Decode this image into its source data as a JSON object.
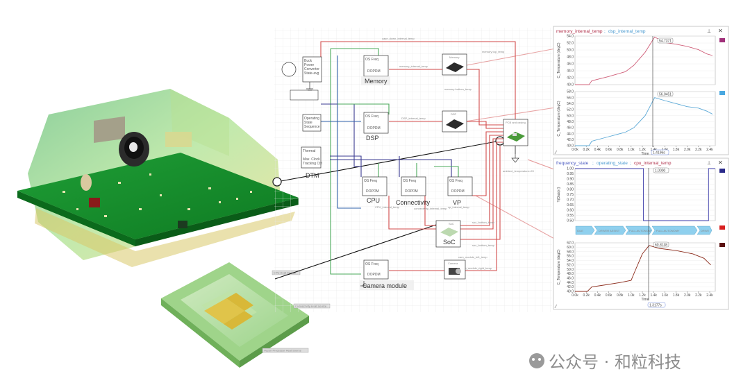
{
  "diagram": {
    "blocks": {
      "memory": "Memory",
      "dsp": "DSP",
      "cpu": "CPU",
      "connectivity": "Connectivity",
      "vp": "VP",
      "soc": "SoC",
      "camera": "Camera module",
      "dtm": "DTM"
    },
    "small_blocks": {
      "buck": [
        "Buck",
        "Power",
        "Converter",
        "State-avg"
      ],
      "opstate": [
        "Operating",
        "State",
        "Sequence"
      ],
      "thermal": [
        "Thermal",
        "Max. Clock",
        "Tracking Ctrl"
      ],
      "pcb": "PCB and casing",
      "dsp_chip": "DSP",
      "memory_chip": "Memory",
      "camera_chip": "Camera",
      "soc_chip": "SoC",
      "os_freq": "OS    Freq",
      "dopdm": "DOPDM"
    },
    "heat_sources": {
      "cpu": "CPU Heat Source",
      "connectivity": "Connectivity Heat Source",
      "vp": "Vector Processor Heat Source"
    }
  },
  "panels": {
    "top": {
      "title_part1": "memory_internal_temp",
      "title_part2": "dsp_internal_temp",
      "cursor_label": "1.4196s",
      "marker1": "54.7371",
      "marker2": "56.0451"
    },
    "bottom": {
      "title_part1": "frequency_state",
      "title_part2": "operating_state",
      "title_part3": "cpu_internal_temp",
      "cursor_label": "1.3177s",
      "marker1": "1.0000",
      "marker2": "60.8138",
      "states": [
        "IDLE",
        "DRIVER ASSIST",
        "FULL AUTONOM",
        "FULL AUTONOMY",
        "DRIVE"
      ]
    }
  },
  "chart_data": [
    {
      "type": "line",
      "title": "",
      "xlabel": "Time",
      "ylabel": "C_Temperature (degC)",
      "xlim": [
        0,
        2.5
      ],
      "ylim": [
        40,
        55
      ],
      "x_ticks": [
        "0.0k",
        "0.2k",
        "0.4k",
        "0.6k",
        "0.8k",
        "1.0k",
        "1.2k",
        "1.4k",
        "1.6k",
        "1.8k",
        "2.0k",
        "2.2k",
        "2.4k"
      ],
      "y_ticks": [
        "40.0",
        "42.0",
        "44.0",
        "46.0",
        "48.0",
        "50.0",
        "52.0",
        "54.0"
      ],
      "series": [
        {
          "color": "#d0607a",
          "x": [
            0,
            0.25,
            0.3,
            0.6,
            0.9,
            1.05,
            1.25,
            1.42,
            1.6,
            1.8,
            2.0,
            2.2,
            2.35,
            2.45
          ],
          "y": [
            40,
            40,
            41.2,
            42.5,
            44,
            46,
            50,
            54.7,
            53,
            52.5,
            51.8,
            50.8,
            49.5,
            49
          ]
        }
      ]
    },
    {
      "type": "line",
      "title": "",
      "xlabel": "Time",
      "ylabel": "C_Temperature (degC)",
      "xlim": [
        0,
        2.5
      ],
      "ylim": [
        40,
        58
      ],
      "x_ticks": [
        "0.0k",
        "0.2k",
        "0.4k",
        "0.6k",
        "0.8k",
        "1.0k",
        "1.2k",
        "1.4k",
        "1.6k",
        "1.8k",
        "2.0k",
        "2.2k",
        "2.4k"
      ],
      "y_ticks": [
        "40.0",
        "42.0",
        "44.0",
        "46.0",
        "48.0",
        "50.0",
        "52.0",
        "54.0",
        "56.0",
        "58.0"
      ],
      "series": [
        {
          "color": "#5aa8d6",
          "x": [
            0,
            0.25,
            0.3,
            0.6,
            0.9,
            1.05,
            1.25,
            1.42,
            1.6,
            1.8,
            2.0,
            2.2,
            2.35,
            2.45
          ],
          "y": [
            40,
            40,
            41.5,
            43,
            44.5,
            46,
            50,
            56,
            55,
            54,
            53,
            52.5,
            51.5,
            50.5
          ]
        }
      ]
    },
    {
      "type": "line",
      "title": "",
      "xlabel": "",
      "ylabel": "Y(Data) ()",
      "xlim": [
        0,
        2.5
      ],
      "ylim": [
        0.5,
        1.0
      ],
      "y_ticks": [
        "0.50",
        "0.55",
        "0.60",
        "0.65",
        "0.70",
        "0.75",
        "0.80",
        "0.85",
        "0.90",
        "0.95",
        "1.00"
      ],
      "series": [
        {
          "color": "#3a3aa8",
          "x": [
            0,
            1.22,
            1.22,
            2.38,
            2.38,
            2.5
          ],
          "y": [
            1.0,
            1.0,
            0.5,
            0.5,
            1.0,
            1.0
          ]
        }
      ]
    },
    {
      "type": "line",
      "title": "",
      "xlabel": "Time",
      "ylabel": "C_Temperature (degC)",
      "xlim": [
        0,
        2.5
      ],
      "ylim": [
        40,
        62
      ],
      "x_ticks": [
        "0.0k",
        "0.2k",
        "0.4k",
        "0.6k",
        "0.8k",
        "1.0k",
        "1.2k",
        "1.4k",
        "1.6k",
        "1.8k",
        "2.0k",
        "2.2k",
        "2.4k"
      ],
      "y_ticks": [
        "40.0",
        "42.0",
        "44.0",
        "46.0",
        "48.0",
        "50.0",
        "52.0",
        "54.0",
        "56.0",
        "58.0",
        "60.0",
        "62.0"
      ],
      "series": [
        {
          "color": "#8b2a1a",
          "x": [
            0,
            0.22,
            0.3,
            0.55,
            0.8,
            1.0,
            1.05,
            1.2,
            1.32,
            1.5,
            1.8,
            2.1,
            2.3,
            2.42
          ],
          "y": [
            40,
            40,
            42,
            43,
            44,
            45,
            48,
            57,
            60.8,
            59.5,
            58.5,
            57,
            55,
            52
          ]
        }
      ]
    }
  ],
  "watermark": "公众号 · 和粒科技"
}
